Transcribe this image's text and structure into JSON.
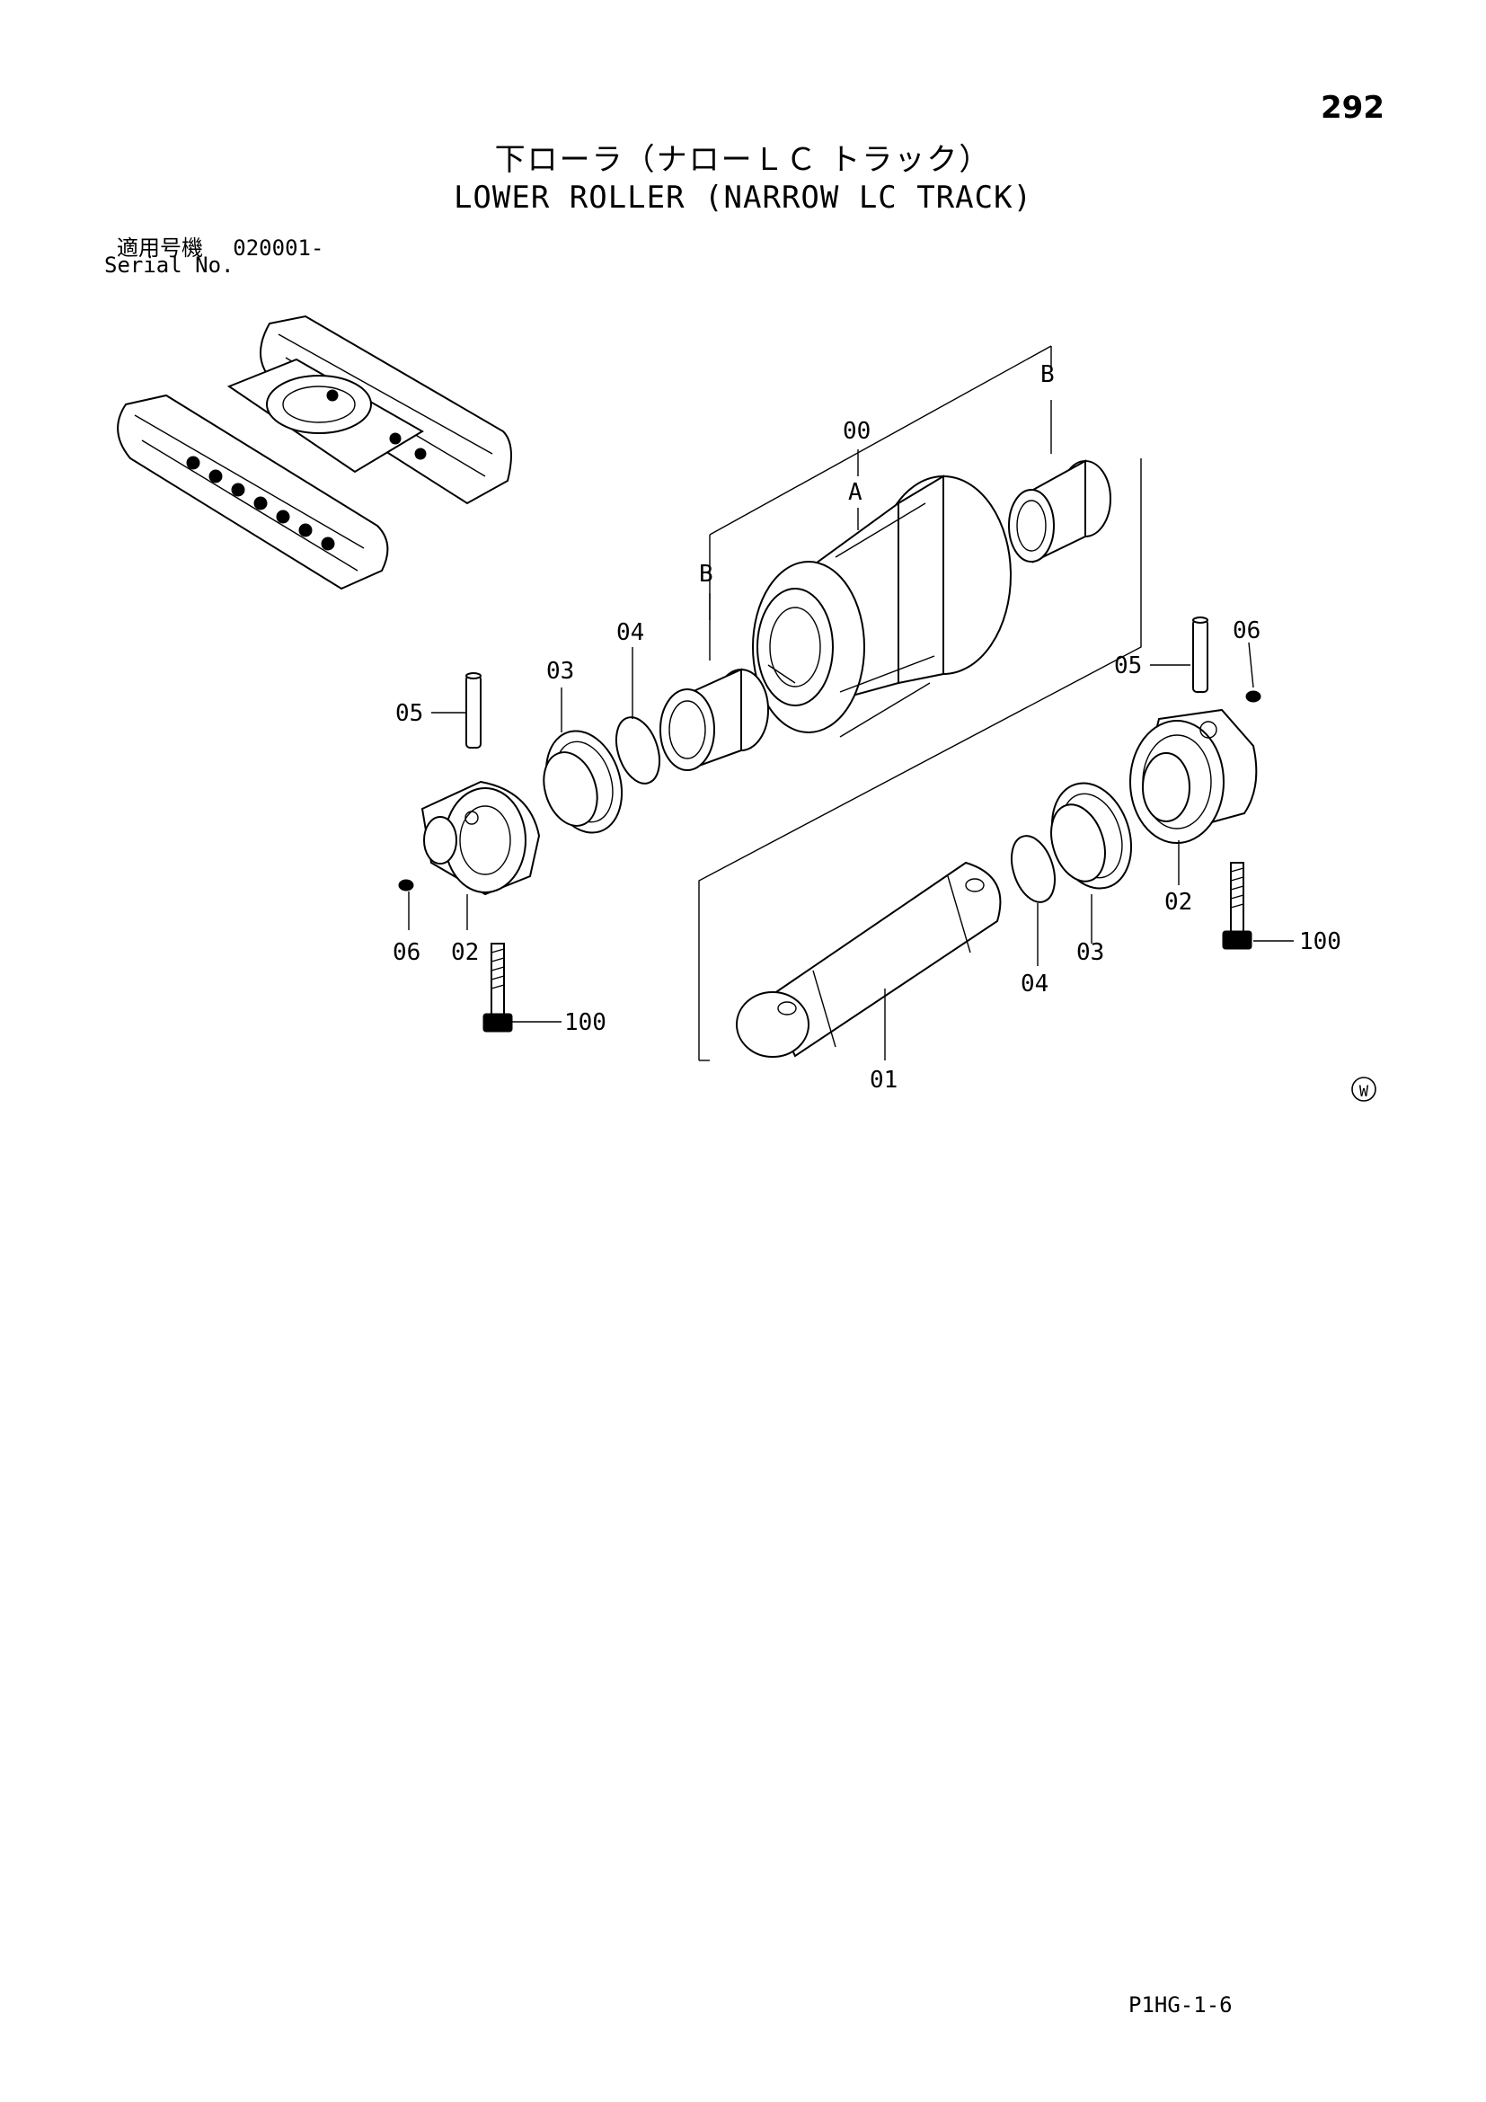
{
  "page_number": "292",
  "title_jp": "下ローラ（ナローＬＣ トラック）",
  "title_en": "LOWER ROLLER (NARROW LC TRACK)",
  "serial": {
    "label_jp": "適用号機",
    "value": "020001-",
    "label_en": "Serial No."
  },
  "callouts": {
    "assembly": "00",
    "sub_a": "A",
    "sub_b": "B",
    "shaft": "01",
    "collar": "02",
    "floating_seal": "03",
    "o_ring": "04",
    "pin": "05",
    "plug": "06",
    "bolt": "100"
  },
  "mark_w": "W",
  "footer_code": "P1HG-1-6"
}
